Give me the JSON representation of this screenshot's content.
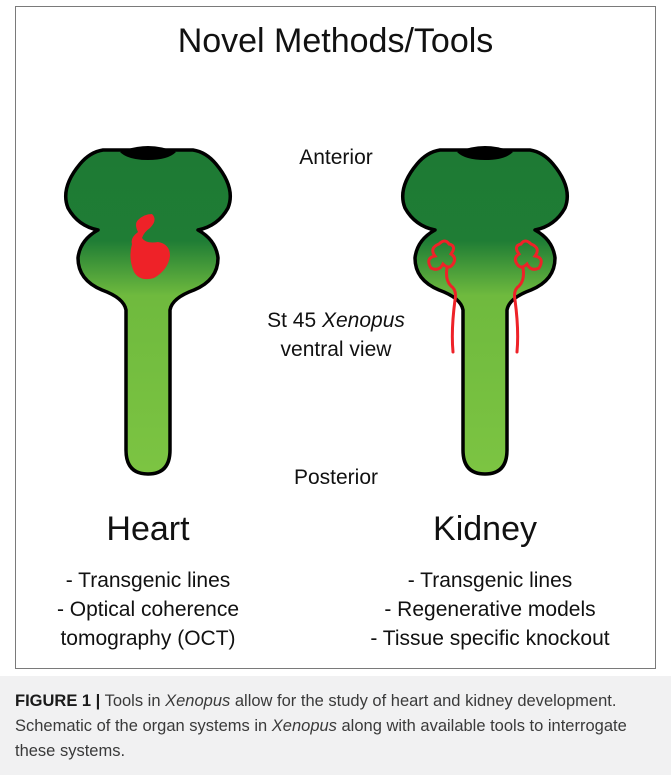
{
  "title": "Novel Methods/Tools",
  "orientation": {
    "anterior": "Anterior",
    "posterior": "Posterior",
    "stage_prefix": "St 45 ",
    "stage_species": "Xenopus",
    "stage_view": "ventral view"
  },
  "heart": {
    "title": "Heart",
    "tools": [
      "- Transgenic lines",
      "- Optical coherence",
      "tomography (OCT)"
    ]
  },
  "kidney": {
    "title": "Kidney",
    "tools": [
      "- Transgenic lines",
      "- Regenerative models",
      "- Tissue specific knockout"
    ]
  },
  "caption": {
    "label": "FIGURE 1 |",
    "p1": " Tools in ",
    "species1": "Xenopus",
    "p2": " allow for the study of heart and kidney development. Schematic of the organ systems in ",
    "species2": "Xenopus",
    "p3": " along with available tools to interrogate these systems."
  },
  "colors": {
    "body_dark": "#1e7a34",
    "body_light": "#7cc442",
    "organ_red": "#ee2228",
    "caption_bg": "#f1f1f2"
  }
}
